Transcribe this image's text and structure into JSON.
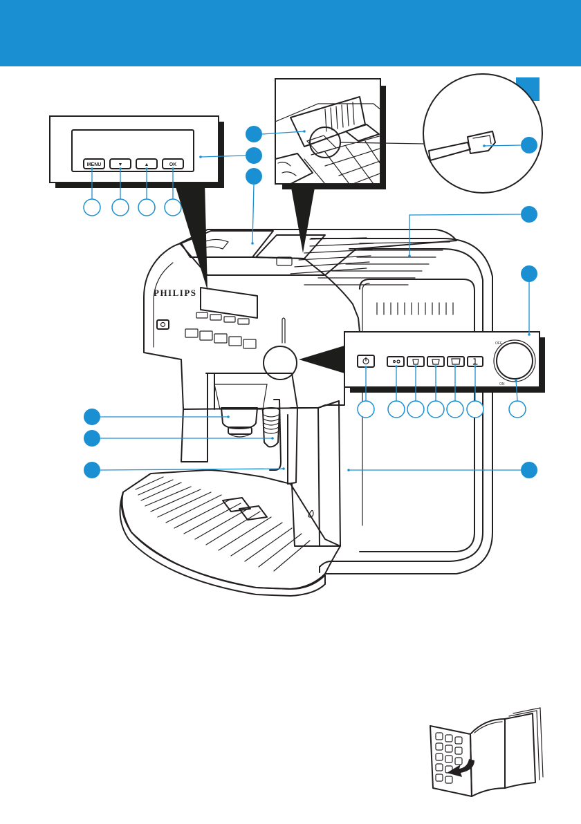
{
  "colors": {
    "accent_blue": "#1a8fd1",
    "line_ink": "#231f20",
    "drop_shadow": "#1d1d1b",
    "background": "#ffffff"
  },
  "section_marker_shape": "filled-blue-square",
  "brand_label": "PHILIPS",
  "display_buttons": [
    {
      "label": "MENU"
    },
    {
      "label": "▼"
    },
    {
      "label": "▲"
    },
    {
      "label": "OK"
    }
  ],
  "panel_icons": [
    "power-icon",
    "aroma-strength-icon",
    "small-cup-icon",
    "medium-cup-icon",
    "large-cup-icon",
    "steam-icon"
  ],
  "dial_labels": {
    "top": "OFF",
    "bottom": "ON"
  },
  "callout_markers": [
    {
      "id": "display-group",
      "style": "filled"
    },
    {
      "id": "display-window",
      "style": "filled"
    },
    {
      "id": "bean-lid",
      "style": "filled"
    },
    {
      "id": "measuring-scoop",
      "style": "filled"
    },
    {
      "id": "cup-holder",
      "style": "filled"
    },
    {
      "id": "steam-dial",
      "style": "filled"
    },
    {
      "id": "dispensing-spout",
      "style": "filled"
    },
    {
      "id": "steam-wand",
      "style": "filled"
    },
    {
      "id": "drip-tray-grill",
      "style": "filled"
    },
    {
      "id": "side-panel",
      "style": "filled"
    },
    {
      "id": "menu-button",
      "style": "ring"
    },
    {
      "id": "down-button",
      "style": "ring"
    },
    {
      "id": "up-button",
      "style": "ring"
    },
    {
      "id": "ok-button",
      "style": "ring"
    },
    {
      "id": "power-button",
      "style": "ring"
    },
    {
      "id": "aroma-button",
      "style": "ring"
    },
    {
      "id": "small-cup-button",
      "style": "ring"
    },
    {
      "id": "medium-cup-button",
      "style": "ring"
    },
    {
      "id": "large-cup-button",
      "style": "ring"
    },
    {
      "id": "steam-button",
      "style": "ring"
    },
    {
      "id": "dial-knob",
      "style": "ring"
    }
  ],
  "bottom_right_icon": "fold-out-booklet-icon"
}
